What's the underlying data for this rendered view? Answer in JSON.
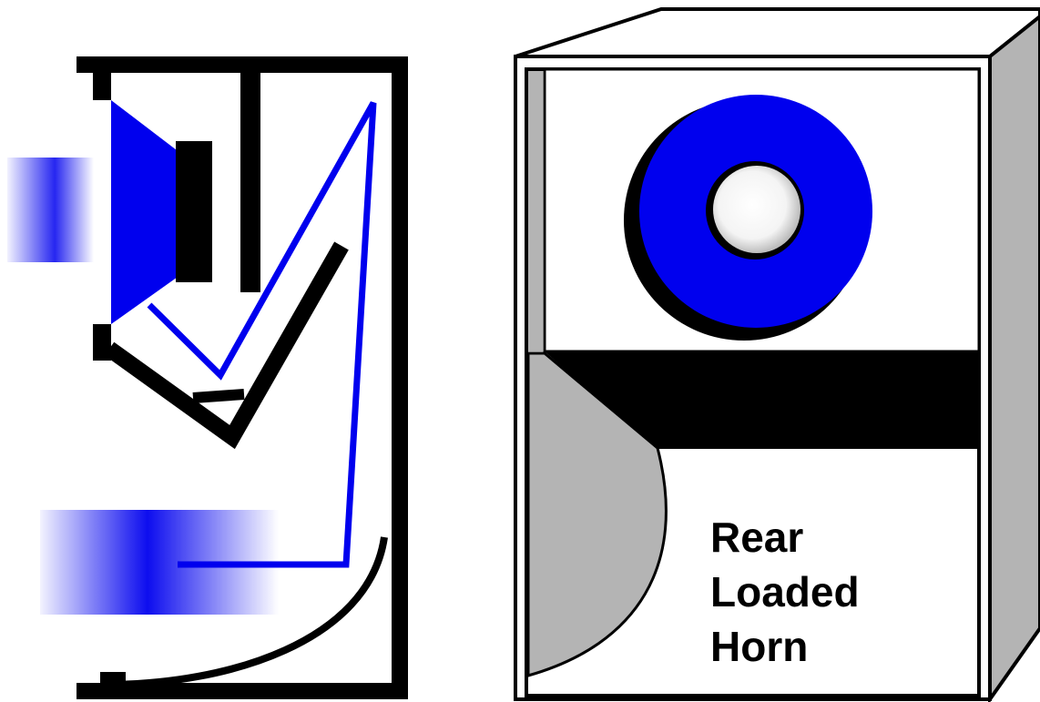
{
  "diagram": {
    "caption_lines": [
      "Rear",
      "Loaded",
      "Horn"
    ],
    "colors": {
      "driver": "#0000ee",
      "sound_path": "#0000ee",
      "cabinet": "#000000",
      "side_panel": "#b4b4b4",
      "background": "#ffffff"
    }
  }
}
